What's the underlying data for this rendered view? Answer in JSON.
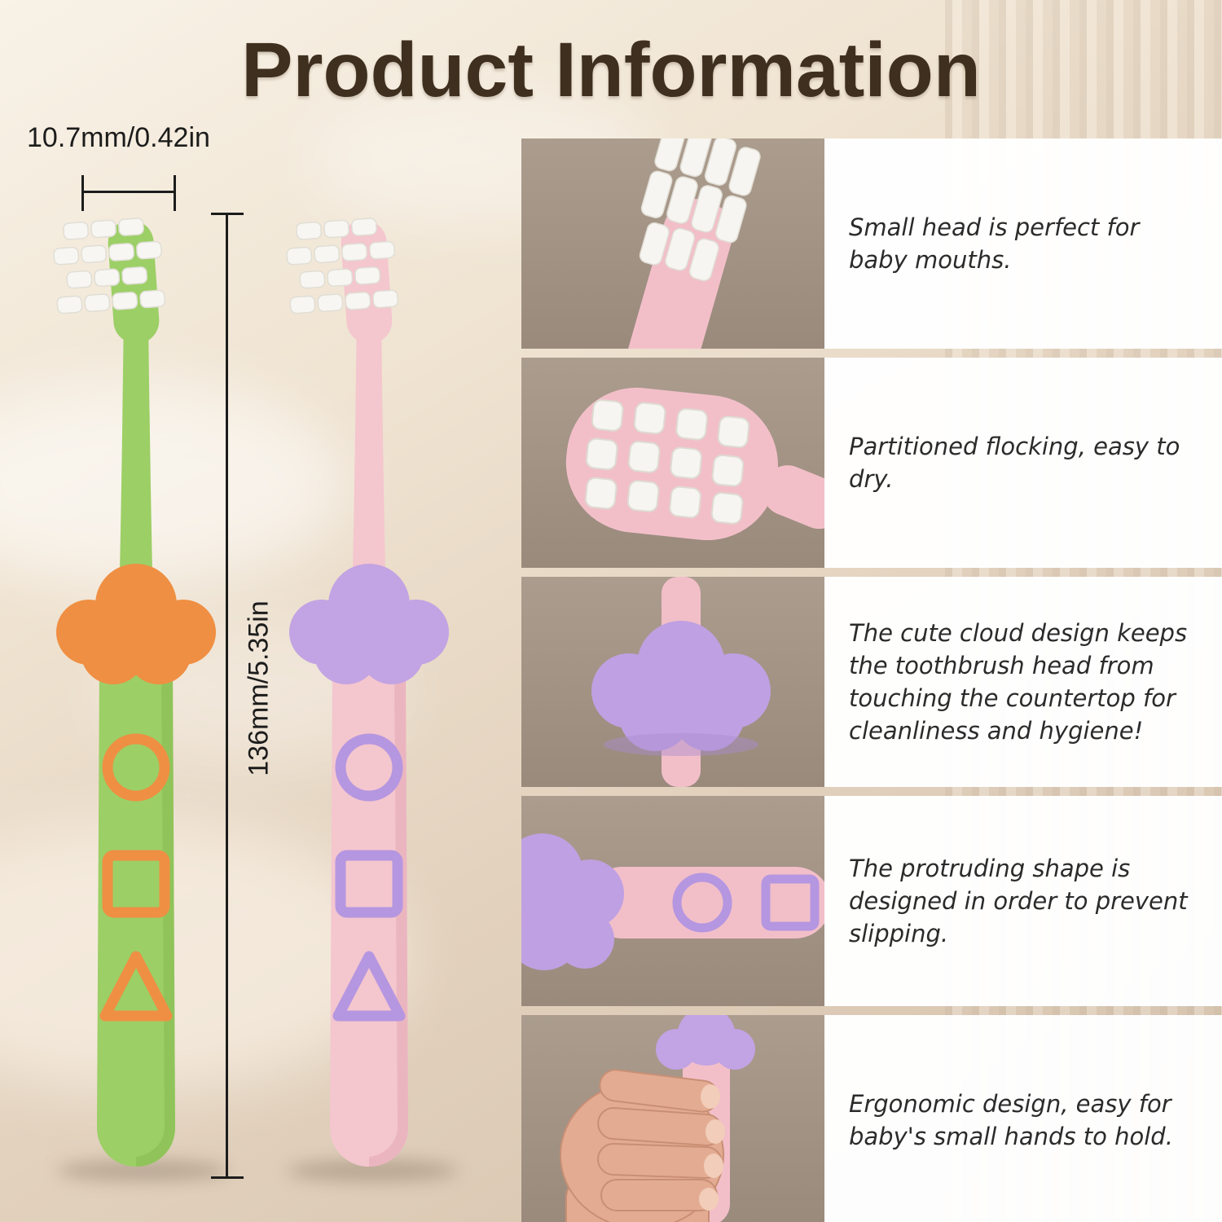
{
  "page": {
    "title": "Product Information"
  },
  "dimension_annotations": {
    "head_width": "10.7mm/0.42in",
    "total_length": "136mm/5.35in"
  },
  "toothbrushes": [
    {
      "id": "green",
      "body_color": "#9CCF66",
      "cloud_color": "#EF8F43",
      "handle_shapes": [
        "circle",
        "square",
        "triangle"
      ]
    },
    {
      "id": "pink",
      "body_color": "#F4C6CE",
      "cloud_color": "#C2A3E3",
      "handle_shapes": [
        "circle",
        "square",
        "triangle"
      ]
    }
  ],
  "features": [
    {
      "photo": "brush-head-side-photo",
      "text": "Small head is perfect for baby mouths."
    },
    {
      "photo": "brush-head-top-photo",
      "text": "Partitioned flocking, easy to dry."
    },
    {
      "photo": "cloud-guard-photo",
      "text": "The cute cloud design keeps the toothbrush head from touching the countertop for cleanliness and hygiene!"
    },
    {
      "photo": "handle-grip-shapes-photo",
      "text": "The protruding shape is designed in order to prevent slipping."
    },
    {
      "photo": "hand-holding-photo",
      "text": "Ergonomic design, easy for baby's small hands to hold."
    }
  ],
  "colors": {
    "background": "#E8DAC6",
    "panel": "#FFFFFF",
    "photo_background": "#A3948A",
    "title": "#3F2F1E",
    "body_text": "#2B2B2B",
    "bristle": "#F7F6F2"
  }
}
